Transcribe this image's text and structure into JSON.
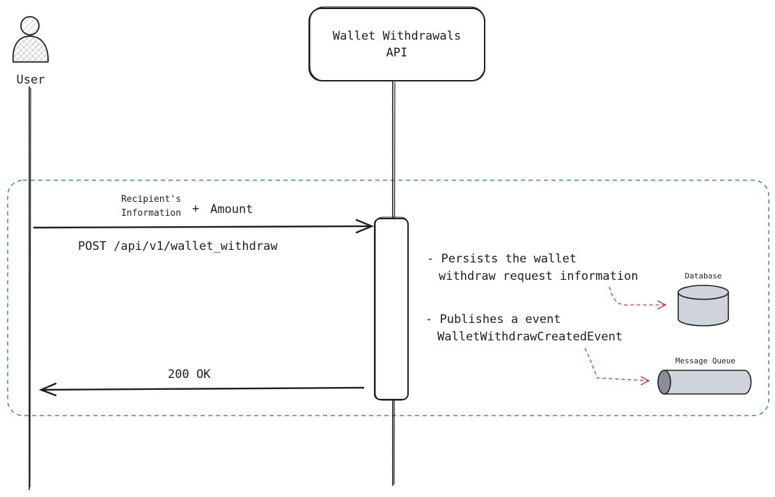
{
  "actors": {
    "user_label": "User",
    "api_label_line1": "Wallet Withdrawals",
    "api_label_line2": "API"
  },
  "messages": {
    "request_label_line1": "Recipient's",
    "request_label_line2": "Information",
    "request_plus": "+",
    "request_amount": "Amount",
    "request_endpoint": "POST /api/v1/wallet_withdraw",
    "response_label": "200 OK"
  },
  "notes": {
    "persist_line1": "- Persists the wallet",
    "persist_line2": "withdraw request information",
    "publish_line1": "- Publishes a event",
    "publish_line2": "WalletWithdrawCreatedEvent"
  },
  "components": {
    "database_label": "Database",
    "queue_label": "Message Queue"
  },
  "colors": {
    "stroke": "#1e1e1e",
    "frame": "#1971c2",
    "dashed_arrow": "#e03131",
    "component_fill": "#ced4da"
  }
}
